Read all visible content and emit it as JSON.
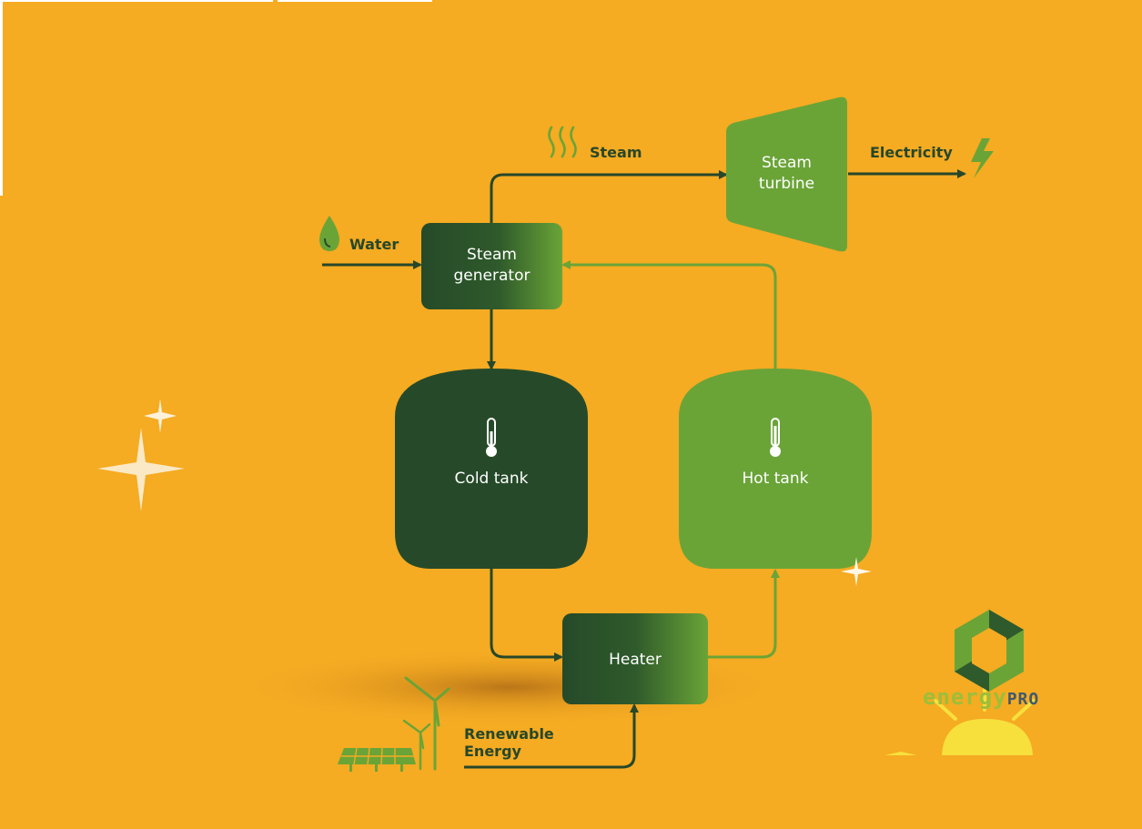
{
  "nodes": {
    "steam_generator": "Steam\ngenerator",
    "steam_turbine": "Steam\nturbine",
    "cold_tank": "Cold tank",
    "hot_tank": "Hot tank",
    "heater": "Heater"
  },
  "flows": {
    "water": "Water",
    "steam": "Steam",
    "electricity": "Electricity",
    "renewable": "Renewable\nEnergy"
  },
  "logo": {
    "word_main": "energy",
    "word_suffix": "PRO"
  },
  "colors": {
    "background": "#f5ab22",
    "dark_green": "#264a29",
    "light_green": "#6aa437",
    "line_dark": "#26472a",
    "logo_yellow": "#f7e03c"
  },
  "icons": [
    "water-drop-icon",
    "steam-icon",
    "lightning-icon",
    "thermometer-icon",
    "solar-panel-icon",
    "wind-turbine-icon",
    "sparkle-icon",
    "energypro-logo"
  ]
}
